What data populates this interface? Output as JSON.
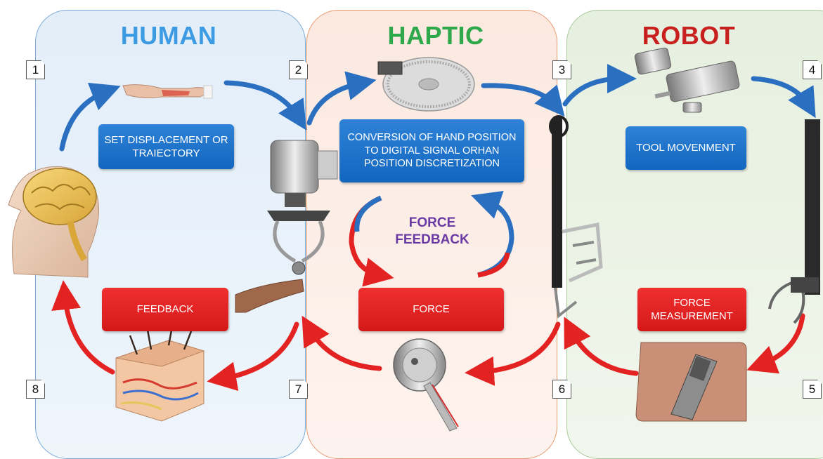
{
  "headings": {
    "human": "HUMAN",
    "haptic": "HAPTIC",
    "robot": "ROBOT"
  },
  "steps": [
    "1",
    "2",
    "3",
    "4",
    "5",
    "6",
    "7",
    "8"
  ],
  "boxes": {
    "set_displacement": "SET DISPLACEMENT OR TRAIECTORY",
    "conversion": "CONVERSION OF HAND POSITION TO DIGITAL SIGNAL ORHAN POSITION DISCRETIZATION",
    "tool_movement": "TOOL MOVENMENT",
    "feedback": "FEEDBACK",
    "force": "FORCE",
    "force_measurement": "FORCE MEASUREMENT"
  },
  "force_feedback": "FORCE FEEDBACK",
  "colors": {
    "human": "#3d9be3",
    "haptic": "#2ea84a",
    "robot": "#c8201f",
    "blue_box": "#1a6fc8",
    "red_box": "#e02020",
    "force_feedback": "#6a3aa3",
    "blue_arrow": "#2a6fc0",
    "red_arrow": "#e32222"
  },
  "icons": [
    "brain-head-icon",
    "arm-icon",
    "haptic-device-icon",
    "encoder-disc-icon",
    "motors-icon",
    "robot-tool-icon",
    "robot-grasper-icon",
    "force-sensor-icon",
    "load-cell-icon",
    "skin-section-icon"
  ]
}
